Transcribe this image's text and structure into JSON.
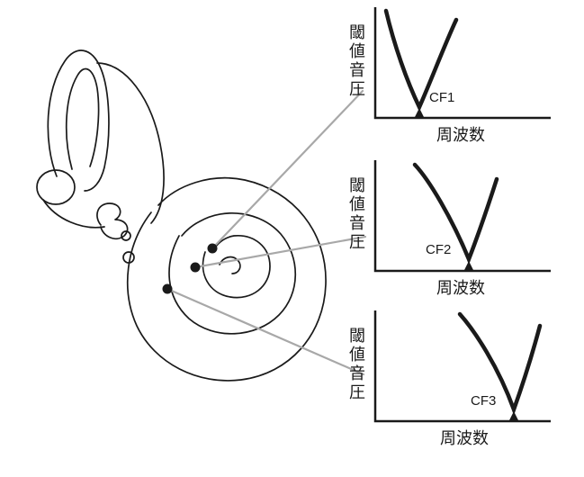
{
  "colors": {
    "background": "#ffffff",
    "ink": "#1a1a1a",
    "connector": "#a8a8a8"
  },
  "diagram": {
    "description_visible_text_only": true,
    "graphs": [
      {
        "cf_label": "CF1",
        "y_axis_label": "閾値音圧",
        "x_axis_label": "周波数",
        "curve_tip_position_fraction": 0.25
      },
      {
        "cf_label": "CF2",
        "y_axis_label": "閾値音圧",
        "x_axis_label": "周波数",
        "curve_tip_position_fraction": 0.54
      },
      {
        "cf_label": "CF3",
        "y_axis_label": "閾値音圧",
        "x_axis_label": "周波数",
        "curve_tip_position_fraction": 0.8
      }
    ],
    "measurement_points_count": 3
  }
}
